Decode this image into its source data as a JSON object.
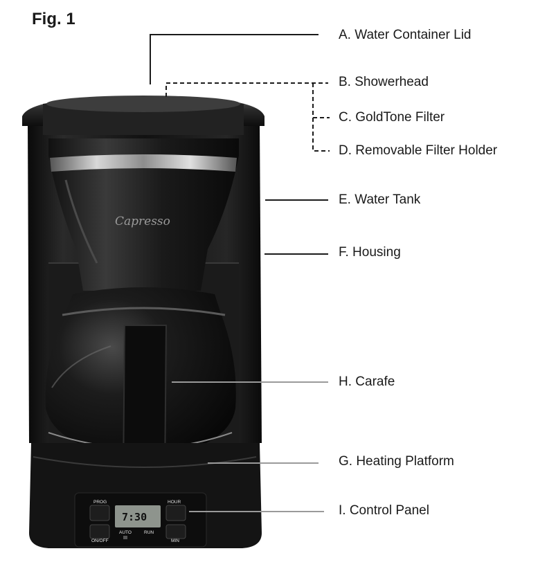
{
  "figure": {
    "title": "Fig. 1"
  },
  "product": {
    "brand": "Capresso",
    "display": {
      "time": "7:30",
      "program_indicator": "AUTO",
      "run_indicator": "RUN"
    },
    "buttons": {
      "prog": "PROG",
      "hour": "HOUR",
      "on_off": "ON/OFF",
      "min": "MIN"
    }
  },
  "labels": {
    "a": "A. Water Container Lid",
    "b": "B. Showerhead",
    "c": "C. GoldTone Filter",
    "d": "D. Removable Filter Holder",
    "e": "E. Water Tank",
    "f": "F. Housing",
    "h": "H. Carafe",
    "g": "G. Heating Platform",
    "i": "I. Control Panel"
  },
  "colors": {
    "machine": "#151515",
    "chrome": "#b5b5b5",
    "leader_line": "#1a1a1a",
    "leader_line_light": "#9a9a9a"
  }
}
